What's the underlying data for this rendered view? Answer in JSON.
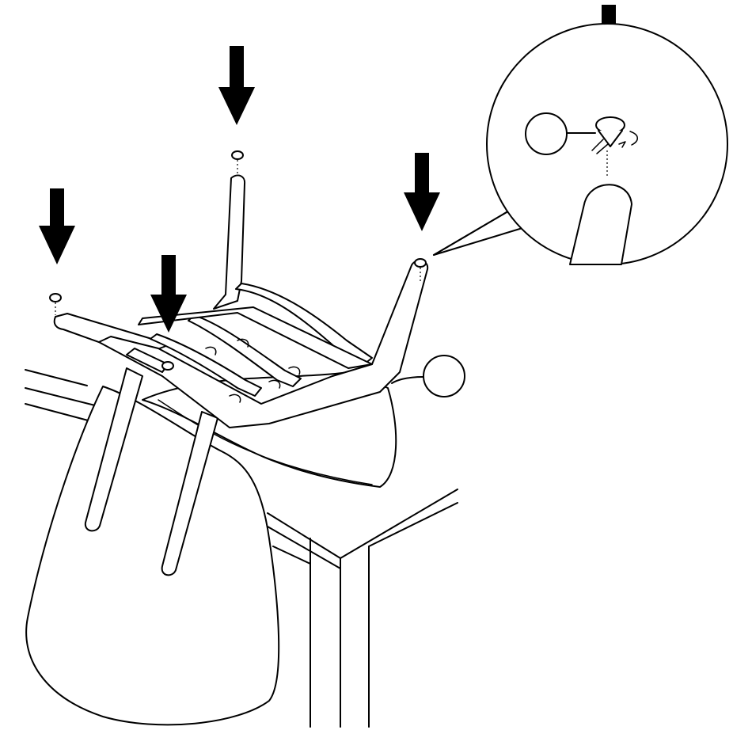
{
  "diagram": {
    "kind": "assembly-instruction",
    "colors": {
      "line": "#000000",
      "background": "#ffffff"
    },
    "arrows": [
      {
        "name": "arrow-left-rear-leg"
      },
      {
        "name": "arrow-back-leg"
      },
      {
        "name": "arrow-front-left-leg"
      },
      {
        "name": "arrow-right-leg"
      },
      {
        "name": "arrow-detail"
      }
    ],
    "callouts": [
      {
        "name": "callout-glide-part",
        "label": ""
      },
      {
        "name": "callout-leg-frame",
        "label": ""
      }
    ],
    "parts": [
      "leg-glide",
      "chair-base",
      "chair-seat",
      "table"
    ]
  }
}
